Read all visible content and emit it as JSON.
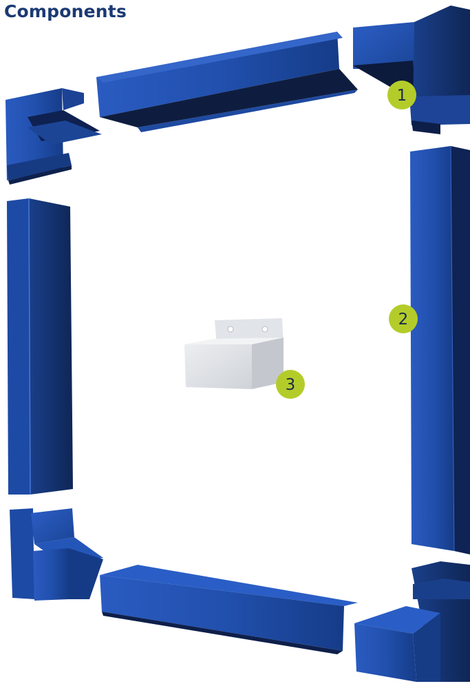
{
  "title": "Components",
  "colors": {
    "title": "#1b3a73",
    "channel_blue": "#1e4aa0",
    "channel_dark": "#0d1f4a",
    "badge_fill": "#b4cc2a",
    "bracket_grey": "#d6d8dc"
  },
  "callouts": [
    {
      "label": "1",
      "part": "corner-piece"
    },
    {
      "label": "2",
      "part": "straight-channel"
    },
    {
      "label": "3",
      "part": "wall-bracket"
    }
  ]
}
